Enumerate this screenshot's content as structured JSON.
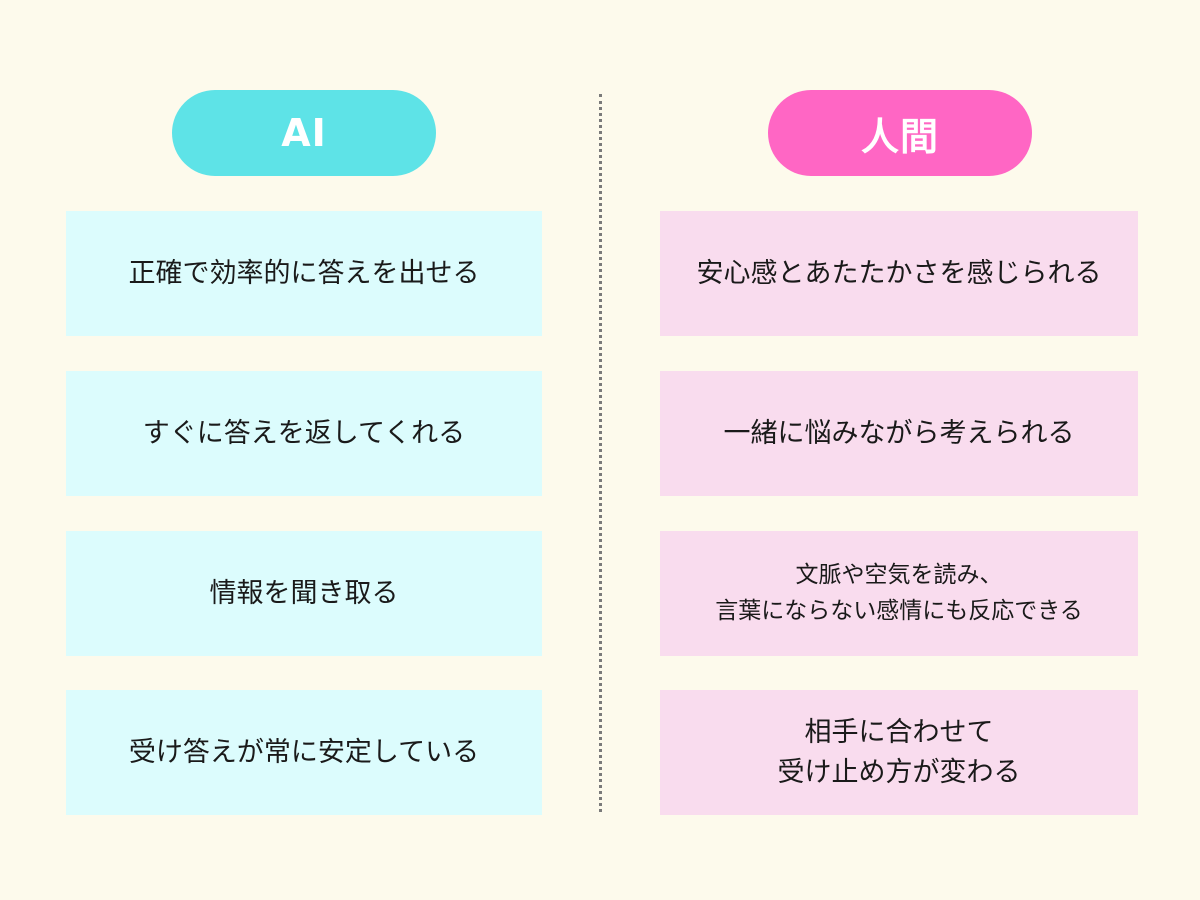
{
  "headers": {
    "ai": "AI",
    "human": "人間"
  },
  "ai_items": [
    "正確で効率的に答えを出せる",
    "すぐに答えを返してくれる",
    "情報を聞き取る",
    "受け答えが常に安定している"
  ],
  "human_items": [
    "安心感とあたたかさを感じられる",
    "一緒に悩みながら考えられる",
    "文脈や空気を読み、\n言葉にならない感情にも反応できる",
    "相手に合わせて\n受け止め方が変わる"
  ],
  "colors": {
    "background": "#fdfaec",
    "ai_accent": "#5ee3e7",
    "ai_card": "#dcfcfd",
    "human_accent": "#ff66c4",
    "human_card": "#f9dcee"
  }
}
